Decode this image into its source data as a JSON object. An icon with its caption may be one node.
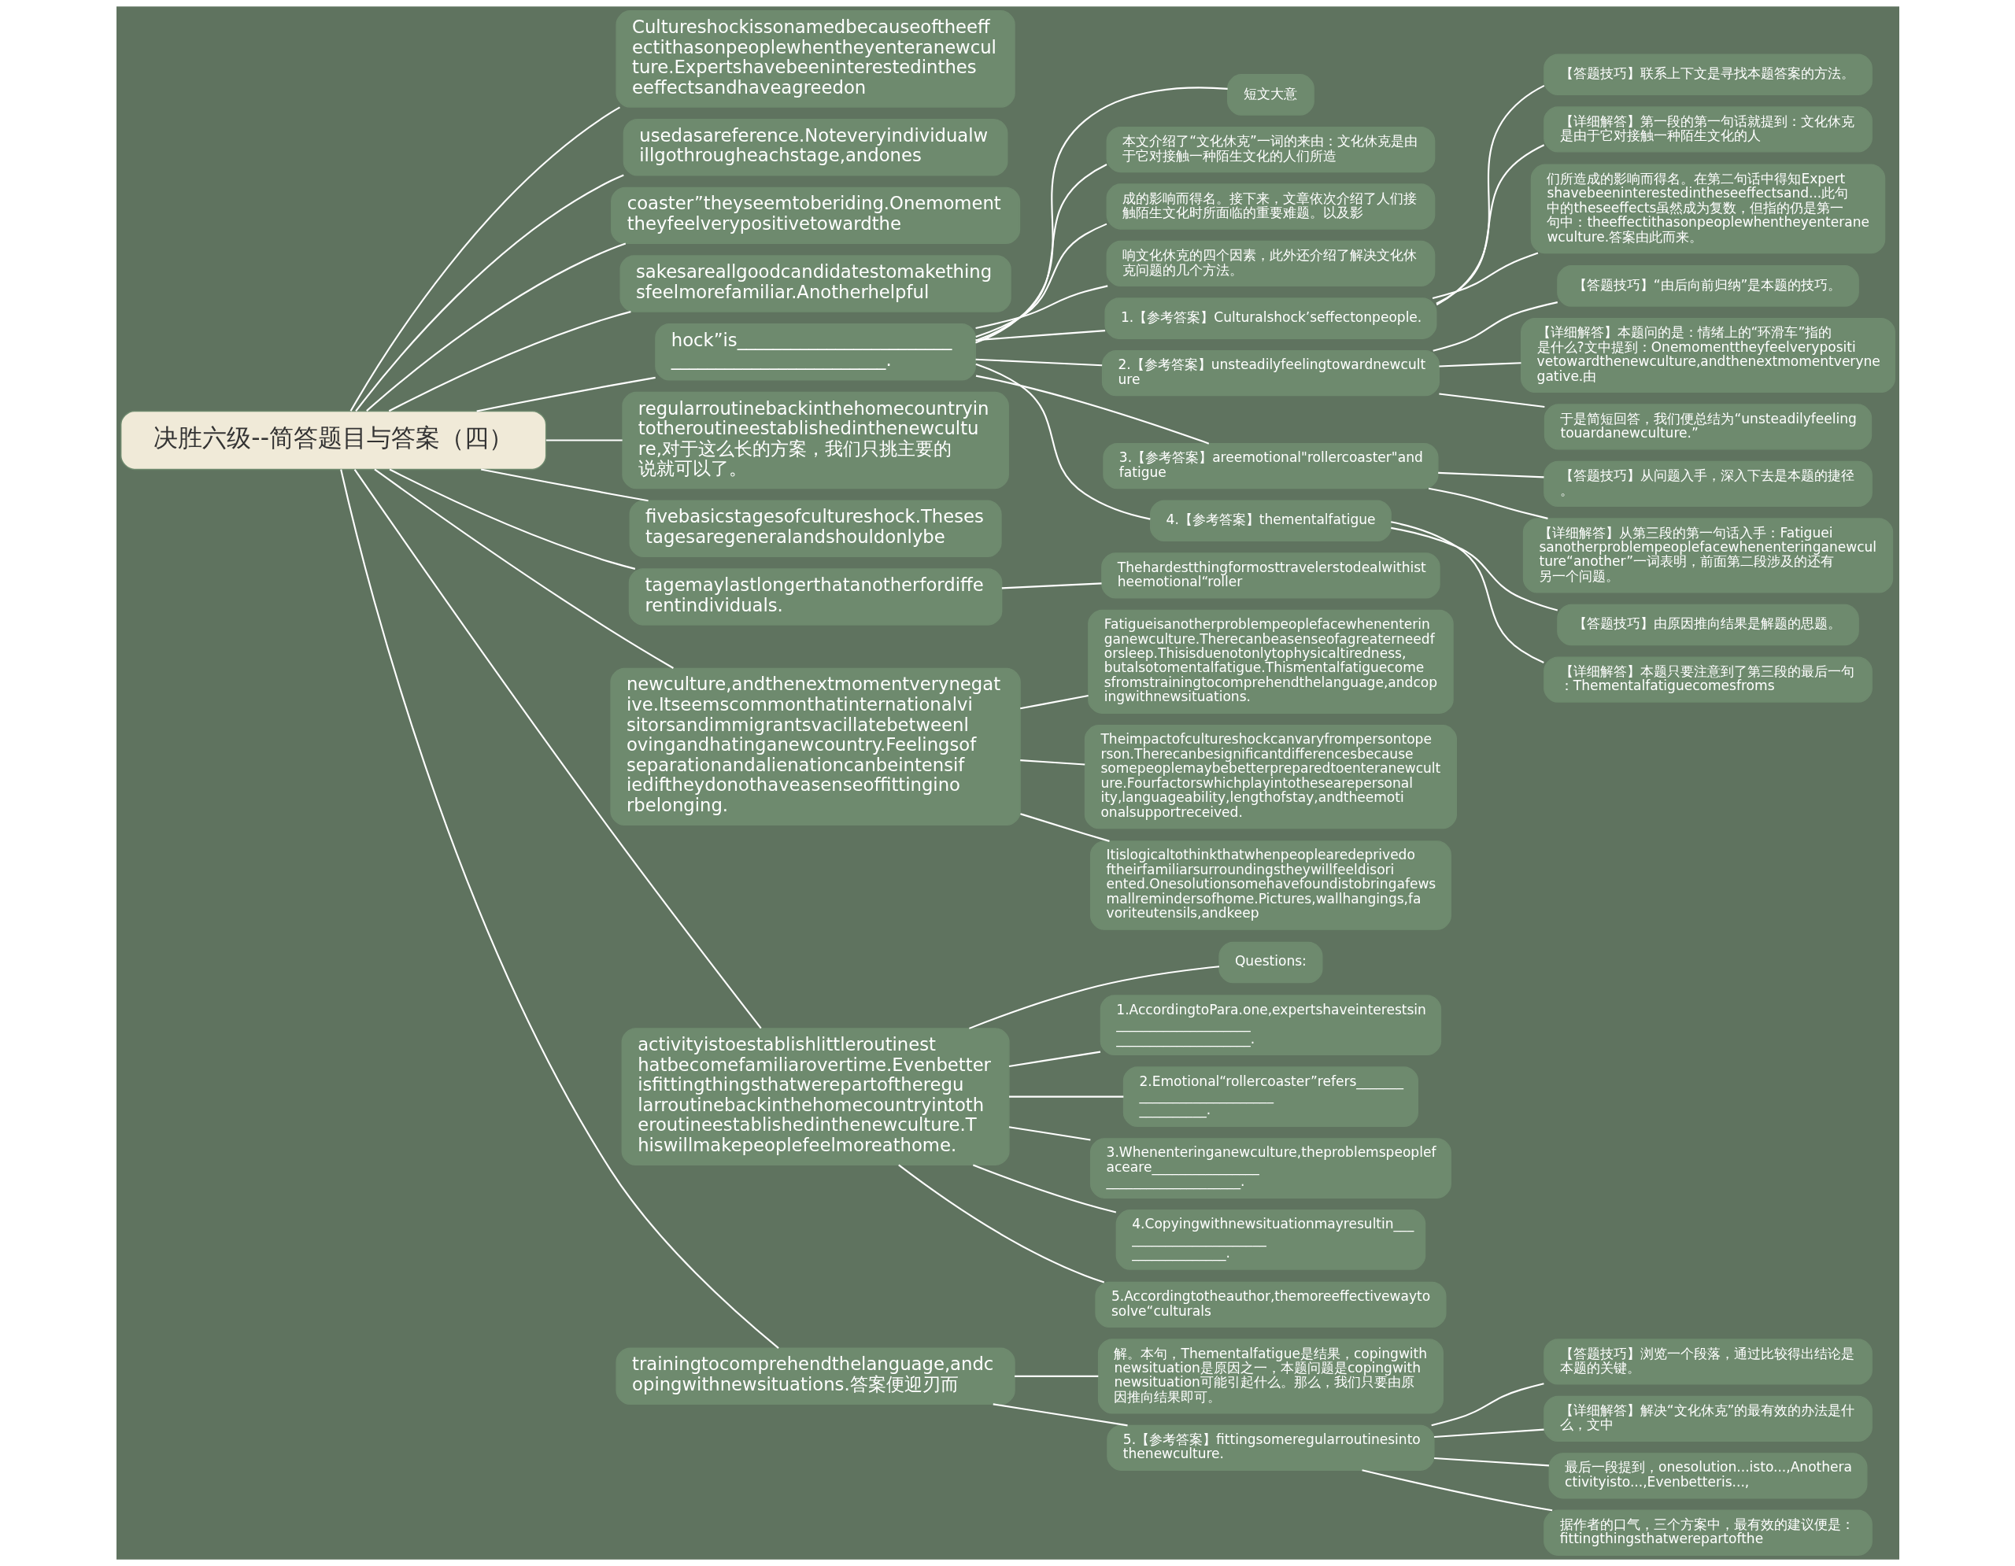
{
  "diagram": {
    "nodes": [
      {
        "text": [
          "决胜六级--简答题目与答案（四）"
        ]
      },
      {
        "text": [
          "Cultureshockissonamedbecauseoftheeffectithasonpeoplewhentheyenteranewculture.Expertshavebeeninterestedintheseeffectsandhaveagreedon"
        ]
      },
      {
        "text": [
          "usedasareference.Noteveryindividualwillgothrougheachstage,andones"
        ]
      },
      {
        "text": [
          "coaster”theyseemtoberiding.Onemomenttheyfeelverypositivetowardthe"
        ]
      },
      {
        "text": [
          "sakesareallgoodcandidatestomakethingsfeelmorefamiliar.Anotherhelpful"
        ]
      },
      {
        "text": [
          "hock”is________________________ ________________________."
        ]
      },
      {
        "text": [
          "短文大意"
        ]
      },
      {
        "text": [
          "本文介绍了“文化休克”一词的来由：文化休克是由于它对接触一种陌生文化的人们所造"
        ]
      },
      {
        "text": [
          "成的影响而得名。接下来，文章依次介绍了人们接触陌生文化时所面临的重要难题。以及影"
        ]
      },
      {
        "text": [
          "响文化休克的四个因素，此外还介绍了解决文化休克问题的几个方法。"
        ]
      },
      {
        "text": [
          "1.【参考答案】Culturalshock’seffectonpeople."
        ]
      },
      {
        "text": [
          "【答题技巧】联系上下文是寻找本题答案的方法。"
        ]
      },
      {
        "text": [
          "【详细解答】第一段的第一句话就提到：文化休克是由于它对接触一种陌生文化的人"
        ]
      },
      {
        "text": [
          "们所造成的影响而得名。在第二句话中得知Expertshavebeeninterestedintheseeffectsand...此句中的theseeffects虽然成为复数，但指的仍是第一句中：theeffectithasonpeoplewhentheyenteranewculture.答案由此而来。"
        ]
      },
      {
        "text": [
          "2.【参考答案】unsteadilyfeelingtowardnewculture"
        ]
      },
      {
        "text": [
          "【答题技巧】“由后向前归纳”是本题的技巧。"
        ]
      },
      {
        "text": [
          "【详细解答】本题问的是：情绪上的“环滑车”指的是什么?文中提到：Onemomenttheyfeelverypositivetowardthenewculture,andthenextmomentverynegative.由"
        ]
      },
      {
        "text": [
          "于是简短回答，我们便总结为“unsteadilyfeelingtouardanewculture.”"
        ]
      },
      {
        "text": [
          "3.【参考答案】areemotional\"rollercoaster\"andfatigue"
        ]
      },
      {
        "text": [
          "【答题技巧】从问题入手，深入下去是本题的捷径。"
        ]
      },
      {
        "text": [
          "【详细解答】从第三段的第一句话入手：Fatigueisanotherproblempeoplefacewhenenteringanewculture“another”一词表明，前面第二段涉及的还有另一个问题。"
        ]
      },
      {
        "text": [
          "4.【参考答案】thementalfatigue"
        ]
      },
      {
        "text": [
          "【答题技巧】由原因推向结果是解题的思题。"
        ]
      },
      {
        "text": [
          "【详细解答】本题只要注意到了第三段的最后一句：Thementalfatiguecomesfroms"
        ]
      },
      {
        "text": [
          "regularroutinebackinthehomecountryintotheroutineestablishedinthenewculture,对于这么长的方案，我们只挑主要的说就可以了。"
        ]
      },
      {
        "text": [
          "fivebasicstagesofcultureshock.Thesestagesaregeneralandshouldonlybe"
        ]
      },
      {
        "text": [
          "tagemaylastlongerthatanotherfordifferentindividuals."
        ]
      },
      {
        "text": [
          "Thehardestthingformosttravelerstodealwithistheemotional“roller"
        ]
      },
      {
        "text": [
          "newculture,andthenextmomentverynegative.Itseemscommonthatinternationalvisitorsandimmigrantsvacillatebetweenlovingandhatinganewcountry.Feelingsofseparationandalienationcanbeintensifiediftheydonothaveasenseoffittinginorbelonging."
        ]
      },
      {
        "text": [
          "Fatigueisanotherproblempeoplefacewhenenteringanewculture.Therecanbeasenseofagreaterneedforsleep.Thisisduenotonlytophysicaltiredness,butalsotomentalfatigue.Thismentalfatiguecomesfromstrainingtocomprehendthelanguage,andcopingwithnewsituations."
        ]
      },
      {
        "text": [
          "Theimpactofcultureshockcanvaryfrompersontoperson.Therecanbesignificantdifferencesbecausesomepeoplemaybebetterpreparedtoenteranewculture.Fourfactorswhichplayintothesearepersonality,languageability,lengthofstay,andtheemotionalsupportreceived."
        ]
      },
      {
        "text": [
          "Itislogicaltothinkthatwhenpeoplearedeprivedoftheirfamiliarsurroundingstheywillfeeldisoriented.Onesolutionsomehavefoundistobringafewsmallremindersofhome.Pictures,wallhangings,favoriteutensils,andkeep"
        ]
      },
      {
        "text": [
          "activityistoestablishlittleroutinesthatbecomefamiliarovertime.Evenbetterisfittingthingsthatwerepartoftheregularroutinebackinthehomecountryintotheroutineestablishedinthenewculture.Thiswillmakepeoplefeelmoreathome."
        ]
      },
      {
        "text": [
          "Questions:"
        ]
      },
      {
        "text": [
          "1.AccordingtoPara.one,expertshaveinterestsin____________________ ____________________."
        ]
      },
      {
        "text": [
          "2.Emotional“rollercoaster”refers_______ ____________________ __________."
        ]
      },
      {
        "text": [
          "3.Whenenteringanewculture,theproblemspeoplefaceare________________ ____________________."
        ]
      },
      {
        "text": [
          "4.Copyingwithnewsituationmayresultin___ ____________________ ______________."
        ]
      },
      {
        "text": [
          "5.Accordingtotheauthor,themoreeffectivewaytosolve“culturals"
        ]
      },
      {
        "text": [
          "trainingtocomprehendthelanguage,andcopingwithnewsituations.答案便迎刃而"
        ]
      },
      {
        "text": [
          "解。本句，Thementalfatigue是结果，copingwithnewsituation是原因之一，本题问题是copingwithnewsituation可能引起什么。那么，我们只要由原因推向结果即可。"
        ]
      },
      {
        "text": [
          "5.【参考答案】fittingsomeregularroutinesintothenewculture."
        ]
      },
      {
        "text": [
          "【答题技巧】浏览一个段落，通过比较得出结论是本题的关键。"
        ]
      },
      {
        "text": [
          "【详细解答】解决“文化休克”的最有效的办法是什么，文中"
        ]
      },
      {
        "text": [
          "最后一段提到，onesolution...isto...,Anotheractivityisto...,Evenbetteris...,"
        ]
      },
      {
        "text": [
          "据作者的口气，三个方案中，最有效的建议便是：fittingthingsthatwerepartofthe"
        ]
      }
    ],
    "edges": [
      {
        "from": 0,
        "to": 1,
        "arrow": "none"
      },
      {
        "from": 0,
        "to": 2,
        "arrow": "none"
      },
      {
        "from": 0,
        "to": 3,
        "arrow": "none"
      },
      {
        "from": 0,
        "to": 4,
        "arrow": "none"
      },
      {
        "from": 0,
        "to": 5,
        "arrow": "none"
      },
      {
        "from": 5,
        "to": 6,
        "arrow": "none"
      },
      {
        "from": 5,
        "to": 7,
        "arrow": "none"
      },
      {
        "from": 5,
        "to": 8,
        "arrow": "none"
      },
      {
        "from": 5,
        "to": 9,
        "arrow": "none"
      },
      {
        "from": 5,
        "to": 10,
        "arrow": "none"
      },
      {
        "from": 10,
        "to": 11,
        "arrow": "none"
      },
      {
        "from": 10,
        "to": 12,
        "arrow": "none"
      },
      {
        "from": 10,
        "to": 13,
        "arrow": "none"
      },
      {
        "from": 5,
        "to": 14,
        "arrow": "none"
      },
      {
        "from": 14,
        "to": 15,
        "arrow": "none"
      },
      {
        "from": 14,
        "to": 16,
        "arrow": "none"
      },
      {
        "from": 14,
        "to": 17,
        "arrow": "none"
      },
      {
        "from": 5,
        "to": 18,
        "arrow": "none"
      },
      {
        "from": 18,
        "to": 19,
        "arrow": "none"
      },
      {
        "from": 18,
        "to": 20,
        "arrow": "none"
      },
      {
        "from": 5,
        "to": 21,
        "arrow": "none"
      },
      {
        "from": 21,
        "to": 22,
        "arrow": "none"
      },
      {
        "from": 21,
        "to": 23,
        "arrow": "none"
      },
      {
        "from": 0,
        "to": 24,
        "arrow": "none"
      },
      {
        "from": 0,
        "to": 25,
        "arrow": "none"
      },
      {
        "from": 0,
        "to": 26,
        "arrow": "none"
      },
      {
        "from": 26,
        "to": 27,
        "arrow": "none"
      },
      {
        "from": 0,
        "to": 28,
        "arrow": "none"
      },
      {
        "from": 28,
        "to": 29,
        "arrow": "none"
      },
      {
        "from": 28,
        "to": 30,
        "arrow": "none"
      },
      {
        "from": 28,
        "to": 31,
        "arrow": "none"
      },
      {
        "from": 0,
        "to": 32,
        "arrow": "none"
      },
      {
        "from": 32,
        "to": 33,
        "arrow": "none"
      },
      {
        "from": 32,
        "to": 34,
        "arrow": "none"
      },
      {
        "from": 32,
        "to": 35,
        "arrow": "none"
      },
      {
        "from": 32,
        "to": 36,
        "arrow": "none"
      },
      {
        "from": 32,
        "to": 37,
        "arrow": "none"
      },
      {
        "from": 32,
        "to": 38,
        "arrow": "none"
      },
      {
        "from": 0,
        "to": 39,
        "arrow": "none"
      },
      {
        "from": 39,
        "to": 40,
        "arrow": "none"
      },
      {
        "from": 39,
        "to": 41,
        "arrow": "none"
      },
      {
        "from": 41,
        "to": 42,
        "arrow": "none"
      },
      {
        "from": 41,
        "to": 43,
        "arrow": "none"
      },
      {
        "from": 41,
        "to": 44,
        "arrow": "none"
      },
      {
        "from": 41,
        "to": 45,
        "arrow": "none"
      }
    ]
  }
}
